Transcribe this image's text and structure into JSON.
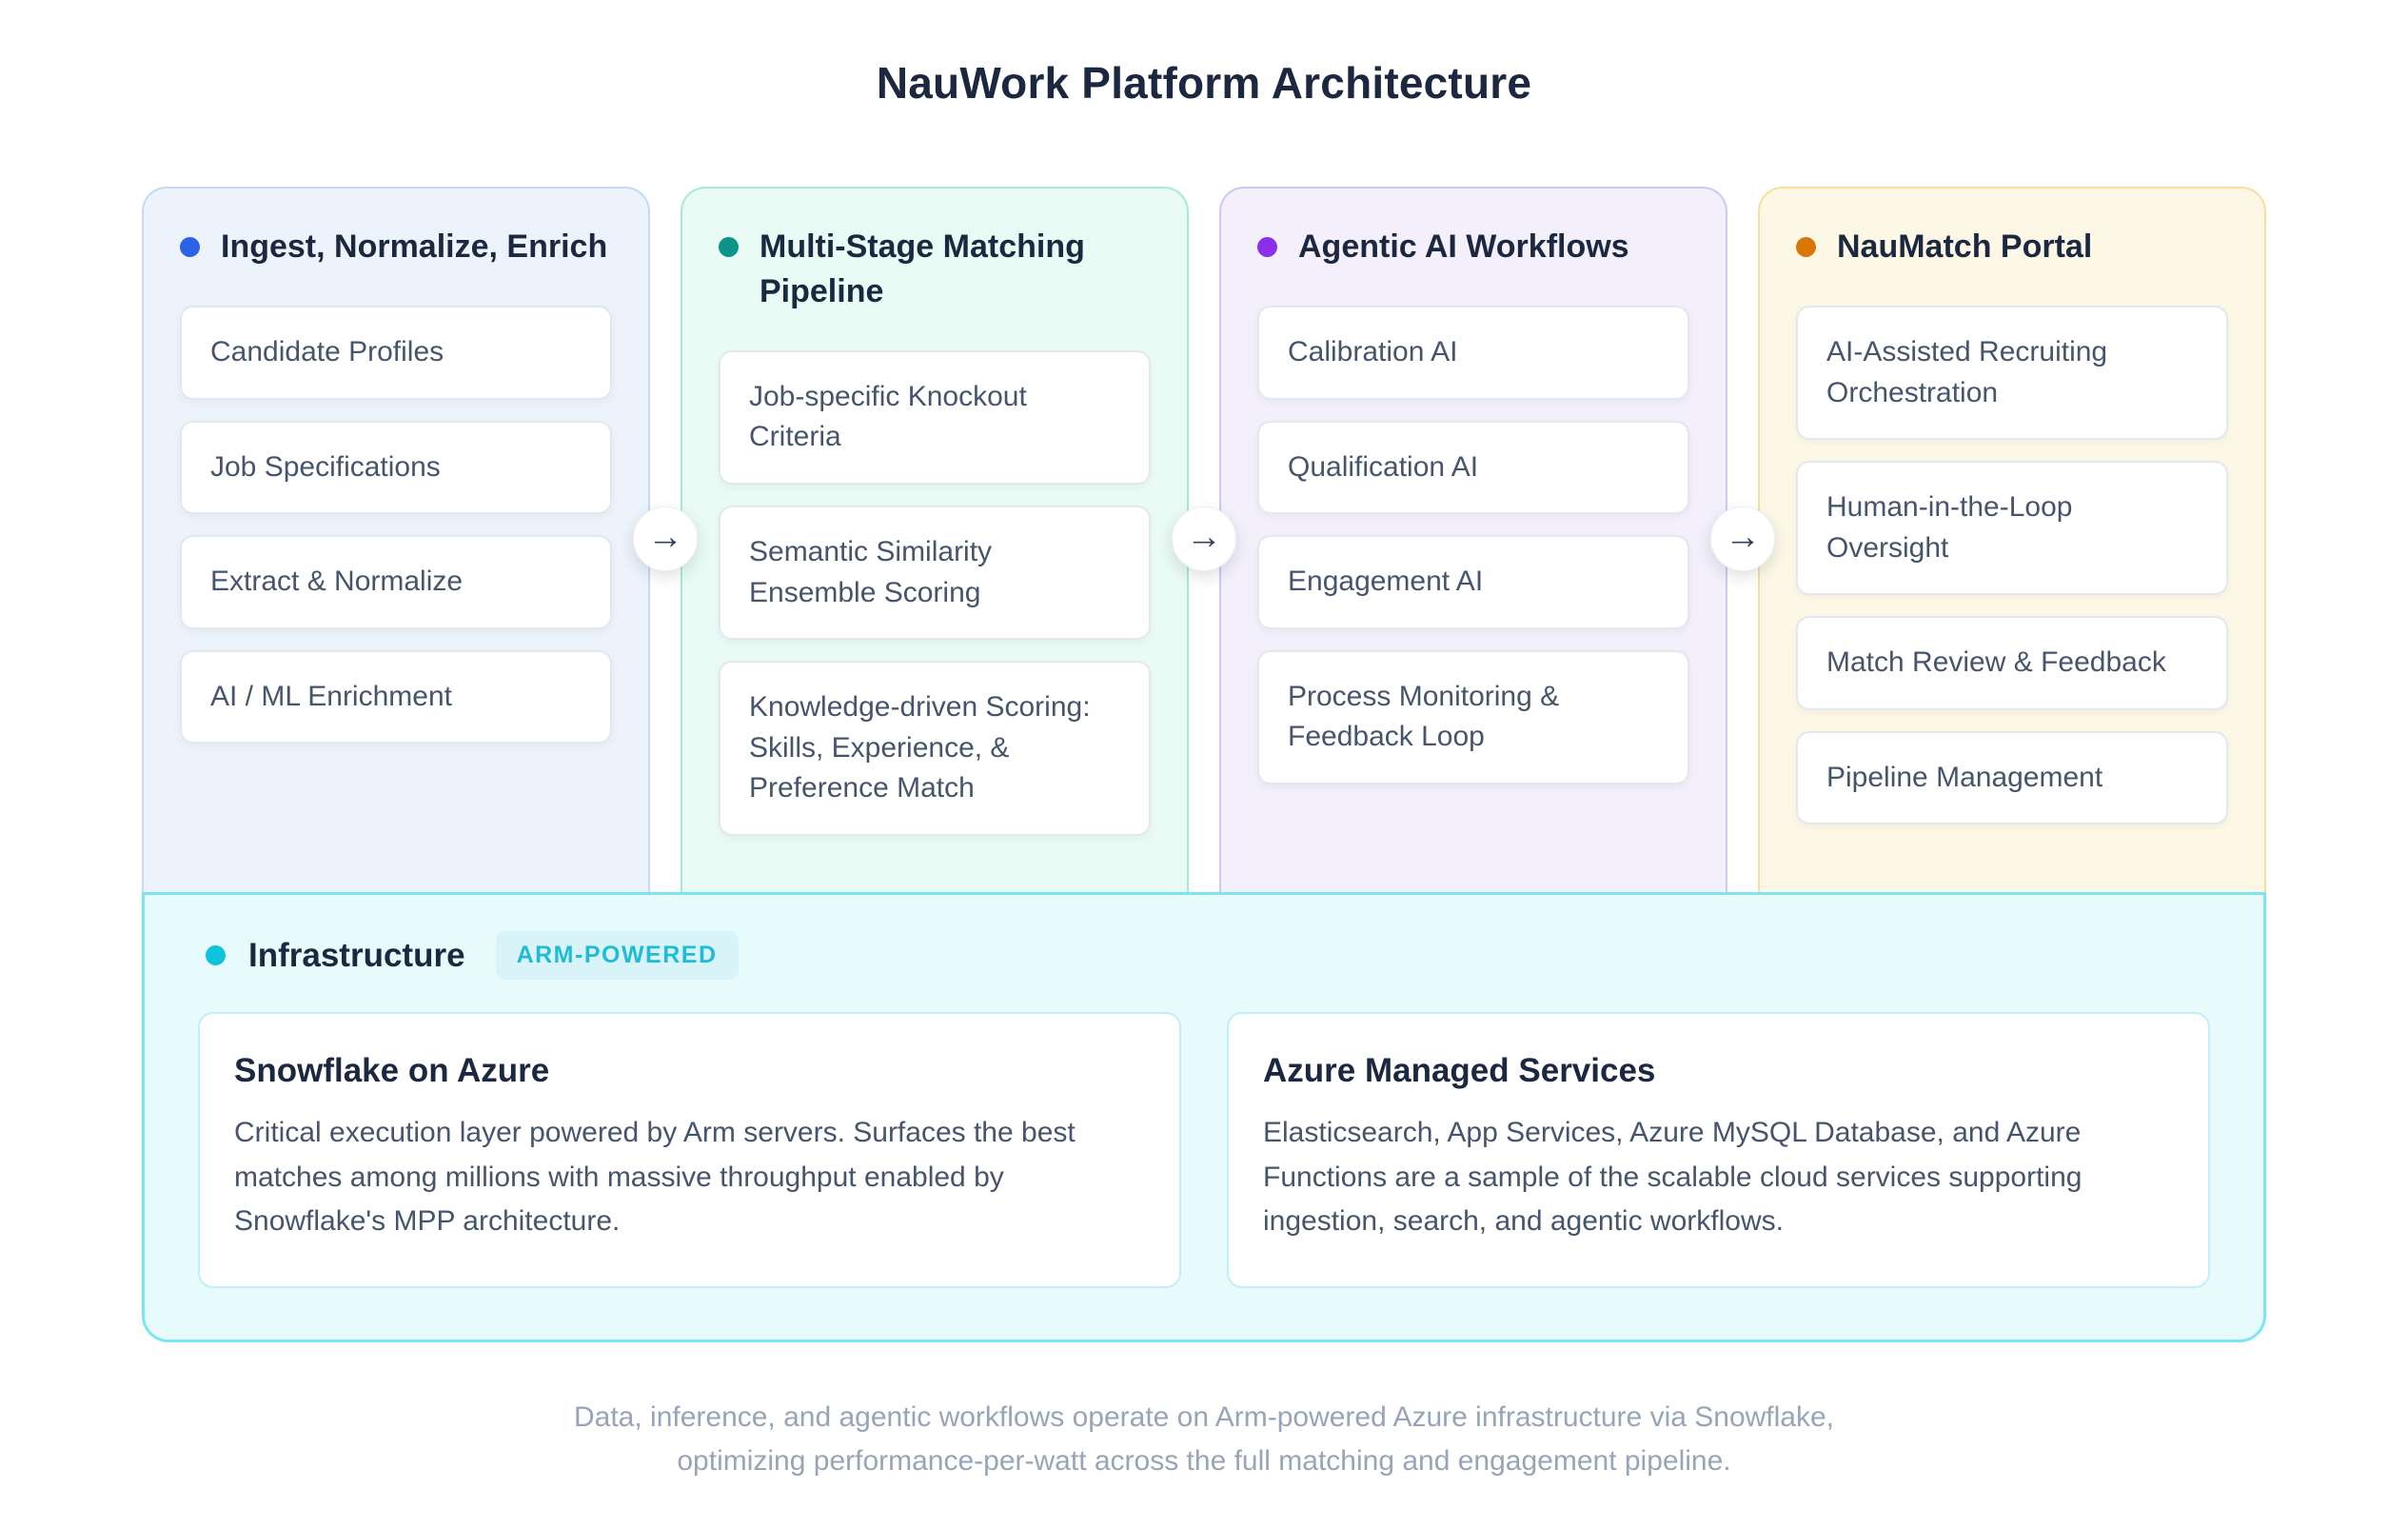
{
  "title": "NauWork Platform Architecture",
  "arrow_icon": "→",
  "columns": [
    {
      "title": "Ingest, Normalize, Enrich",
      "dot_color": "#2B63E8",
      "bg": "#EDF3FB",
      "border": "#C6D9F4",
      "items": [
        "Candidate Profiles",
        "Job Specifications",
        "Extract & Normalize",
        "AI / ML Enrichment"
      ]
    },
    {
      "title": "Multi-Stage Matching Pipeline",
      "dot_color": "#0D9488",
      "bg": "#EAFAF4",
      "border": "#A2ECD5",
      "items": [
        "Job-specific Knockout Criteria",
        "Semantic Similarity Ensemble Scoring",
        "Knowledge-driven Scoring: Skills, Experience, & Preference Match"
      ]
    },
    {
      "title": "Agentic AI Workflows",
      "dot_color": "#8B30E8",
      "bg": "#F3F0FC",
      "border": "#D0C6F2",
      "items": [
        "Calibration AI",
        "Qualification AI",
        "Engagement AI",
        "Process Monitoring & Feedback Loop"
      ]
    },
    {
      "title": "NauMatch Portal",
      "dot_color": "#D97706",
      "bg": "#FDF8E6",
      "border": "#F6DF9D",
      "items": [
        "AI-Assisted Recruiting Orchestration",
        "Human-in-the-Loop Oversight",
        "Match Review & Feedback",
        "Pipeline Management"
      ]
    }
  ],
  "infrastructure": {
    "title": "Infrastructure",
    "badge": "ARM-POWERED",
    "dot_color": "#0EC3DC",
    "bg": "#E7FAFC",
    "border": "#7CE5F2",
    "badge_bg": "#D8F4F9",
    "badge_text_color": "#1FBBD7",
    "cards": [
      {
        "title": "Snowflake on Azure",
        "body": "Critical execution layer powered by Arm servers. Surfaces the best matches among millions with massive throughput enabled by Snowflake's MPP architecture."
      },
      {
        "title": "Azure Managed Services",
        "body": "Elasticsearch, App Services, Azure MySQL Database, and Azure Functions are a sample of the scalable cloud services supporting ingestion, search, and agentic workflows."
      }
    ]
  },
  "footer": {
    "line1": "Data, inference, and agentic workflows operate on Arm-powered Azure infrastructure via Snowflake,",
    "line2": "optimizing performance-per-watt across the full matching and engagement pipeline."
  }
}
